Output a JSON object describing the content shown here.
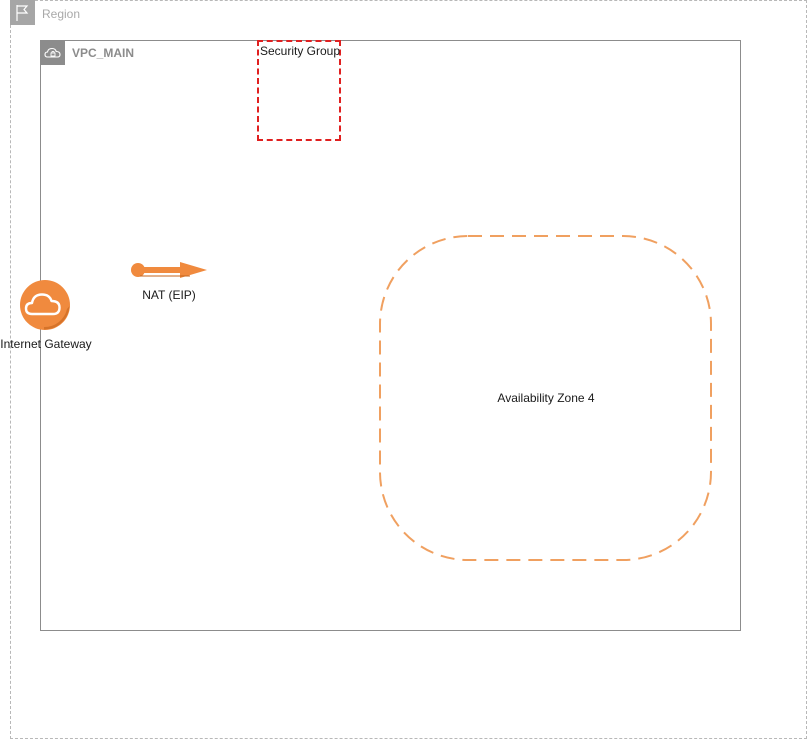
{
  "region": {
    "label": "Region",
    "icon": "flag-icon"
  },
  "vpc": {
    "label": "VPC_MAIN",
    "icon": "cloud-lock-icon"
  },
  "security_group": {
    "label": "Security Group"
  },
  "nat": {
    "label": "NAT (EIP)",
    "icon": "arrow-icon"
  },
  "internet_gateway": {
    "label": "Internet Gateway",
    "icon": "cloud-icon"
  },
  "availability_zone": {
    "label": "Availability Zone 4"
  },
  "colors": {
    "region_border": "#b8b8b8",
    "vpc_border": "#8c8c8c",
    "security_group_border": "#e02020",
    "availability_zone_border": "#f0a060",
    "aws_orange": "#f08a3e"
  }
}
